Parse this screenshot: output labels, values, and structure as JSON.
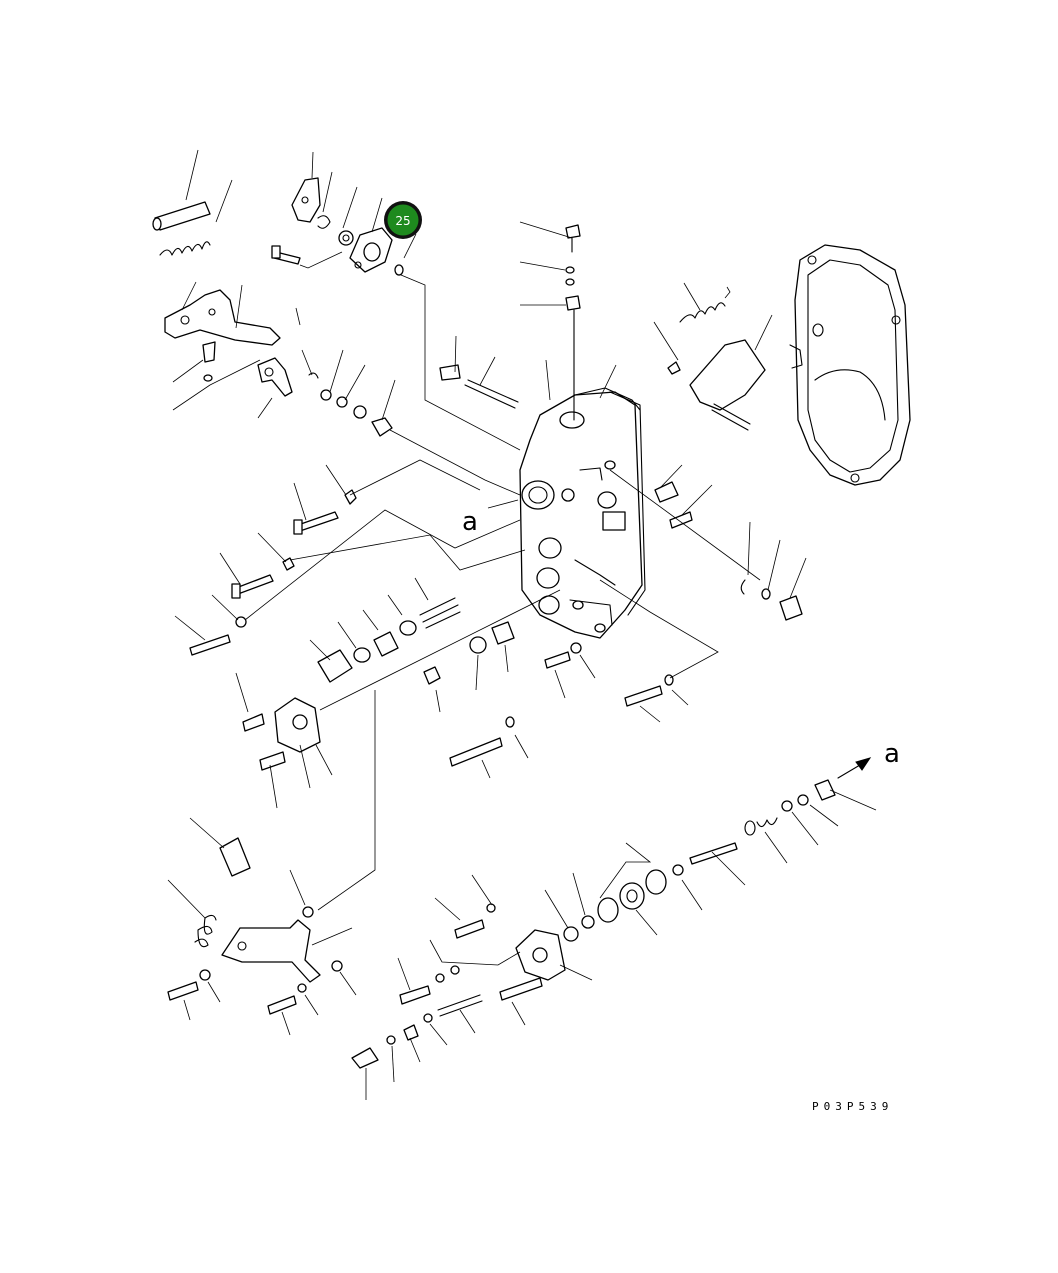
{
  "diagram": {
    "view_label": "a",
    "view_label_arrow": "a",
    "figure_code": "P03P539",
    "callout": {
      "number": "25",
      "color": "#1e8a1e",
      "ring_color": "#111111"
    }
  }
}
